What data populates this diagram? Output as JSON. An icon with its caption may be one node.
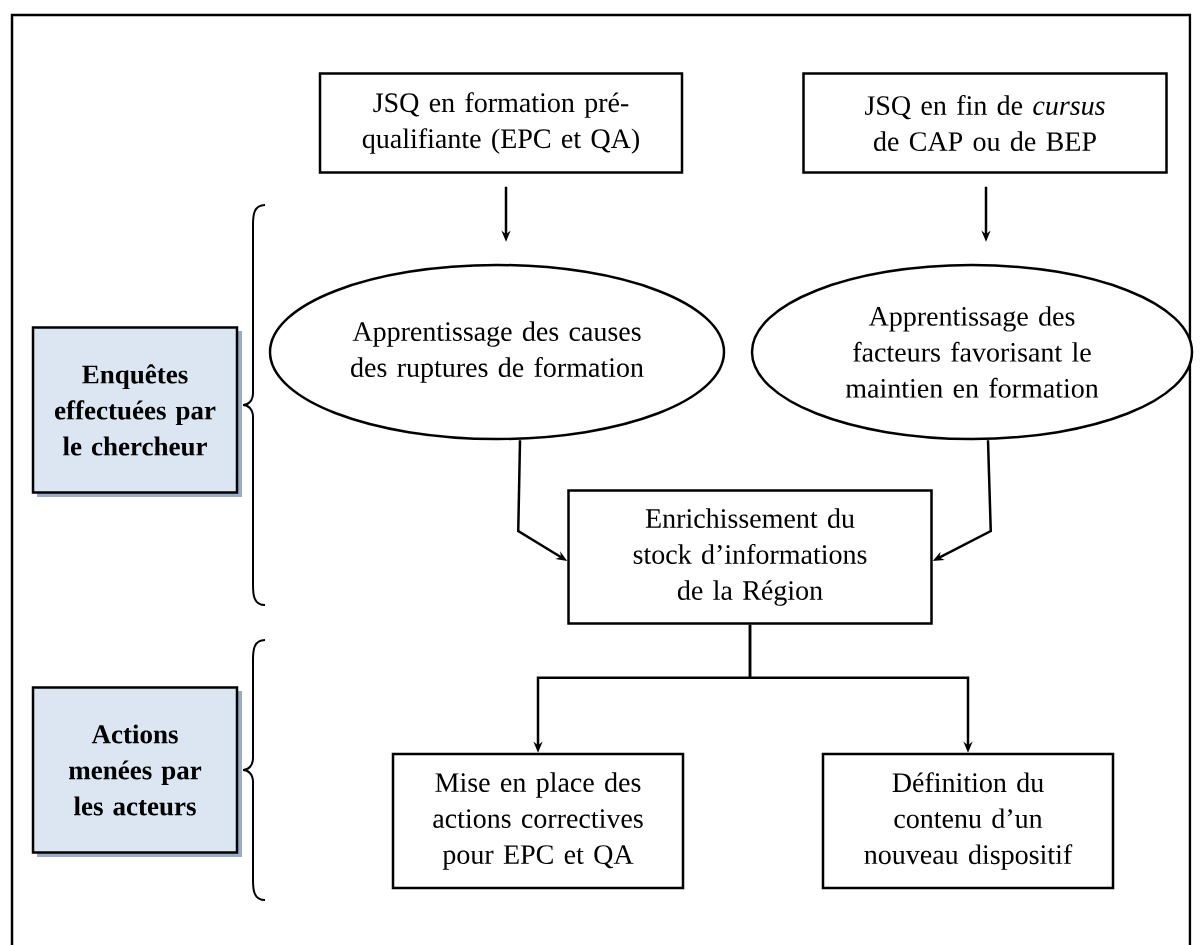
{
  "diagram": {
    "nodes": [
      {
        "text": [
          "JSQ en formation pré-qualifiante (EPC et QA)"
        ]
      },
      {
        "text": [
          "JSQ en fin de *cursus* de CAP ou de BEP"
        ]
      },
      {
        "text": [
          "Apprentissage des causes des ruptures de formation"
        ]
      },
      {
        "text": [
          "Apprentissage des facteurs favorisant le maintien en formation"
        ]
      },
      {
        "text": [
          "Enrichissement du stock d’informations de la Région"
        ]
      },
      {
        "text": [
          "Mise en place des actions correctives pour EPC et QA"
        ]
      },
      {
        "text": [
          "Définition du contenu d’un nouveau dispositif"
        ]
      },
      {
        "text": [
          "Enquêtes effectuées par le chercheur"
        ]
      },
      {
        "text": [
          "Actions menées par les acteurs"
        ]
      }
    ],
    "edges": [
      {
        "from": 0,
        "to": 2,
        "arrow": "to"
      },
      {
        "from": 1,
        "to": 3,
        "arrow": "to"
      },
      {
        "from": 2,
        "to": 4,
        "arrow": "to"
      },
      {
        "from": 3,
        "to": 4,
        "arrow": "to"
      },
      {
        "from": 4,
        "to": 5,
        "arrow": "to"
      },
      {
        "from": 4,
        "to": 6,
        "arrow": "to"
      }
    ]
  }
}
